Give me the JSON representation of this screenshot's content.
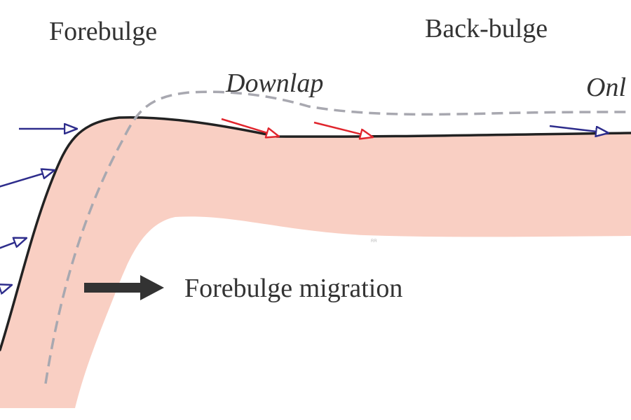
{
  "labels": {
    "forebulge": "Forebulge",
    "back_bulge": "Back-bulge",
    "downlap": "Downlap",
    "onlap": "Onl",
    "forebulge_migration": "Forebulge migration",
    "tiny_mark": "RR"
  },
  "colors": {
    "basin_fill": "#f9cfc3",
    "surface_line": "#222222",
    "dashed_line": "#a8a8b0",
    "onlap_arrows": "#2e2d8c",
    "downlap_arrows": "#e0252d",
    "migration_arrow": "#333333",
    "text": "#333333"
  }
}
